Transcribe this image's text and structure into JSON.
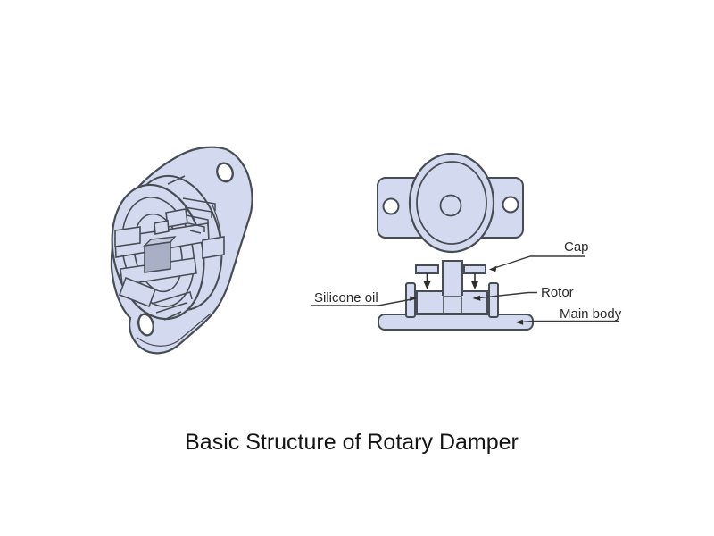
{
  "caption": "Basic Structure of Rotary Damper",
  "figure": {
    "section_labels": {
      "cap": "Cap",
      "silicone_oil": "Silicone oil",
      "rotor": "Rotor",
      "main_body": "Main body"
    },
    "colors": {
      "part_fill": "#d3d9ee",
      "outline": "#474c55",
      "label_text": "#2b2b2b",
      "caption_text": "#141414",
      "background": "#ffffff"
    }
  }
}
